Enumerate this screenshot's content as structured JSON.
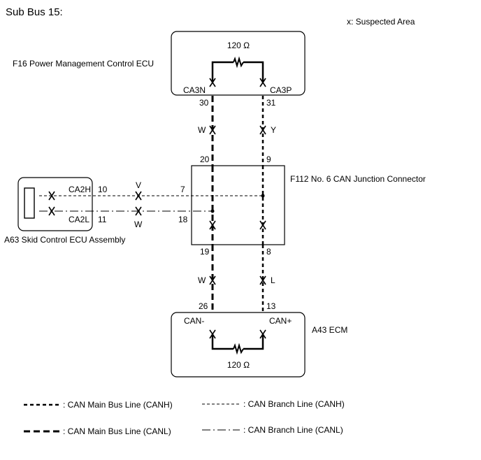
{
  "title": "Sub Bus 15:",
  "note": "x: Suspected Area",
  "components": {
    "f16": "F16  Power Management Control ECU",
    "f112": "F112  No. 6 CAN Junction Connector",
    "a63": "A63  Skid Control ECU Assembly",
    "a43": "A43  ECM"
  },
  "resistors": {
    "top": "120 Ω",
    "bottom": "120 Ω"
  },
  "terminals": {
    "ca3n": "CA3N",
    "ca3p": "CA3P",
    "ca2h": "CA2H",
    "ca2l": "CA2L",
    "can_minus": "CAN-",
    "can_plus": "CAN+"
  },
  "pins": {
    "p30": "30",
    "p31": "31",
    "p20": "20",
    "p9": "9",
    "p19": "19",
    "p8": "8",
    "p26": "26",
    "p13": "13",
    "p10": "10",
    "p11": "11",
    "p7": "7",
    "p18": "18"
  },
  "wire_colors": {
    "w_top": "W",
    "y_top": "Y",
    "w_bottom": "W",
    "l_bottom": "L",
    "v_branch": "V",
    "w_branch": "W"
  },
  "legend": {
    "main_canh": ": CAN Main Bus Line (CANH)",
    "main_canl": ": CAN Main Bus Line (CANL)",
    "branch_canh": ": CAN Branch Line (CANH)",
    "branch_canl": ": CAN Branch Line (CANL)"
  }
}
